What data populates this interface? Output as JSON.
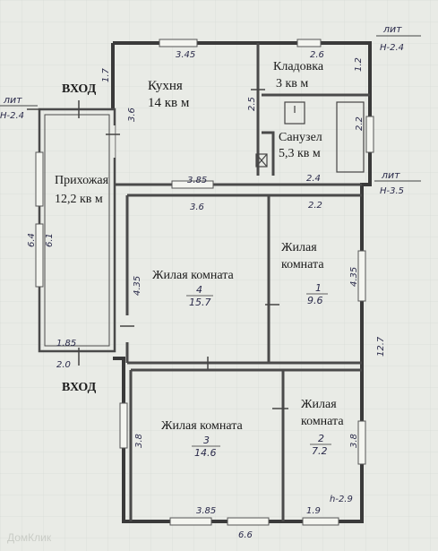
{
  "rooms": {
    "kitchen": {
      "name": "Кухня",
      "area": "14 кв м"
    },
    "pantry": {
      "name": "Кладовка",
      "area": "3 кв м"
    },
    "bathroom": {
      "name": "Санузел",
      "area": "5,3 кв м"
    },
    "hallway": {
      "name": "Прихожая",
      "area": "12,2 кв м"
    },
    "living1": {
      "name": "Жилая комната",
      "num": "4",
      "area": "15.7"
    },
    "living2_line1": "Жилая",
    "living2_line2": "комната",
    "living2": {
      "num": "1",
      "area": "9.6"
    },
    "living3": {
      "name": "Жилая комната",
      "num": "3",
      "area": "14.6"
    },
    "living4_line1": "Жилая",
    "living4_line2": "комната",
    "living4": {
      "num": "2",
      "area": "7.2"
    }
  },
  "labels": {
    "entrance_top": "ВХОД",
    "entrance_bottom": "ВХОД",
    "lit_left": "лит",
    "mark_left": "Н-2.4",
    "lit_right_top": "лит",
    "mark_right_top": "Н-2.4",
    "lit_right_mid": "лит",
    "mark_right_mid": "Н-3.5",
    "mark_bottom_right": "h-2.9",
    "watermark": "ДомКлик"
  },
  "dimensions": {
    "d345": "3.45",
    "d26": "2.6",
    "d17": "1.7",
    "d12": "1.2",
    "d36a": "3.6",
    "d25": "2.5",
    "d22a": "2.2",
    "d385a": "3.85",
    "d24": "2.4",
    "d36b": "3.6",
    "d22b": "2.2",
    "d64": "6.4",
    "d61": "6.1",
    "d435a": "4.35",
    "d435b": "4.35",
    "d127": "12.7",
    "d185": "1.85",
    "d20": "2.0",
    "d38a": "3.8",
    "d38b": "3.8",
    "d385b": "3.85",
    "d19": "1.9",
    "d66": "6.6"
  }
}
